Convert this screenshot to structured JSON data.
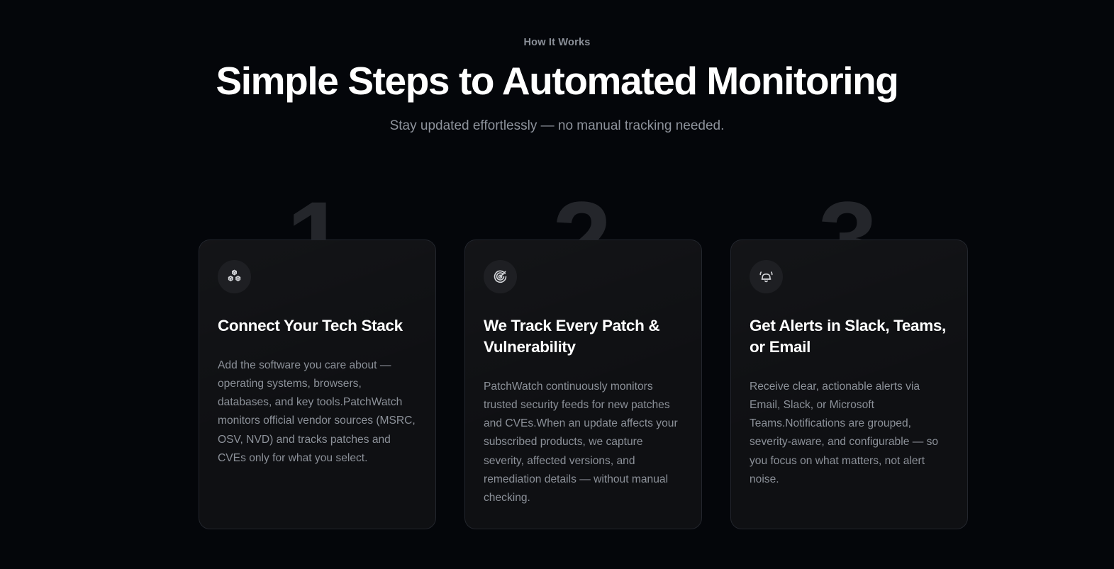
{
  "section": {
    "eyebrow": "How It Works",
    "headline": "Simple Steps to Automated Monitoring",
    "subhead": "Stay updated effortlessly — no manual tracking needed."
  },
  "ghost_numbers": [
    "1",
    "2",
    "3"
  ],
  "colors": {
    "page_background": "#04060a",
    "card_background": "#0f1013",
    "card_border": "#23262d",
    "icon_badge_background": "#1e1f23",
    "icon_stroke": "#d2d4d8",
    "heading_text": "#ffffff",
    "muted_text": "#8c9199",
    "ghost_number": "#24262b"
  },
  "cards": [
    {
      "icon": "boxes-icon",
      "title": "Connect Your Tech Stack",
      "body": "Add the software you care about — operating systems, browsers, databases, and key tools.PatchWatch monitors official vendor sources (MSRC, OSV, NVD) and tracks patches and CVEs only for what you select."
    },
    {
      "icon": "radar-icon",
      "title": "We Track Every Patch & Vulnerability",
      "body": "PatchWatch continuously monitors trusted security feeds for new patches and CVEs.When an update affects your subscribed products, we capture severity, affected versions, and remediation details — without manual checking."
    },
    {
      "icon": "bell-ring-icon",
      "title": "Get Alerts in Slack, Teams, or Email",
      "body": "Receive clear, actionable alerts via Email, Slack, or Microsoft Teams.Notifications are grouped, severity-aware, and configurable — so you focus on what matters, not alert noise."
    }
  ]
}
